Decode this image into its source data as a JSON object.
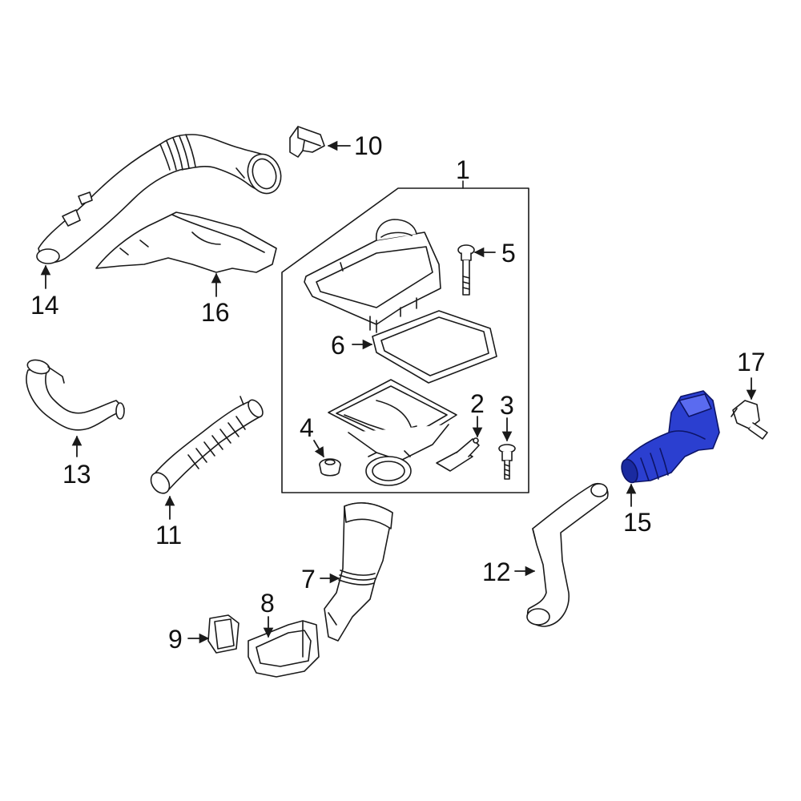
{
  "diagram": {
    "callouts": [
      "1",
      "2",
      "3",
      "4",
      "5",
      "6",
      "7",
      "8",
      "9",
      "10",
      "11",
      "12",
      "13",
      "14",
      "15",
      "16",
      "17"
    ],
    "highlight_part": "15",
    "colors": {
      "line": "#1a1a1a",
      "fill": "#ffffff",
      "highlight_fill": "#2b3fd0",
      "highlight_shade": "#1a2aa0",
      "highlight_light": "#5a6bf0"
    }
  }
}
